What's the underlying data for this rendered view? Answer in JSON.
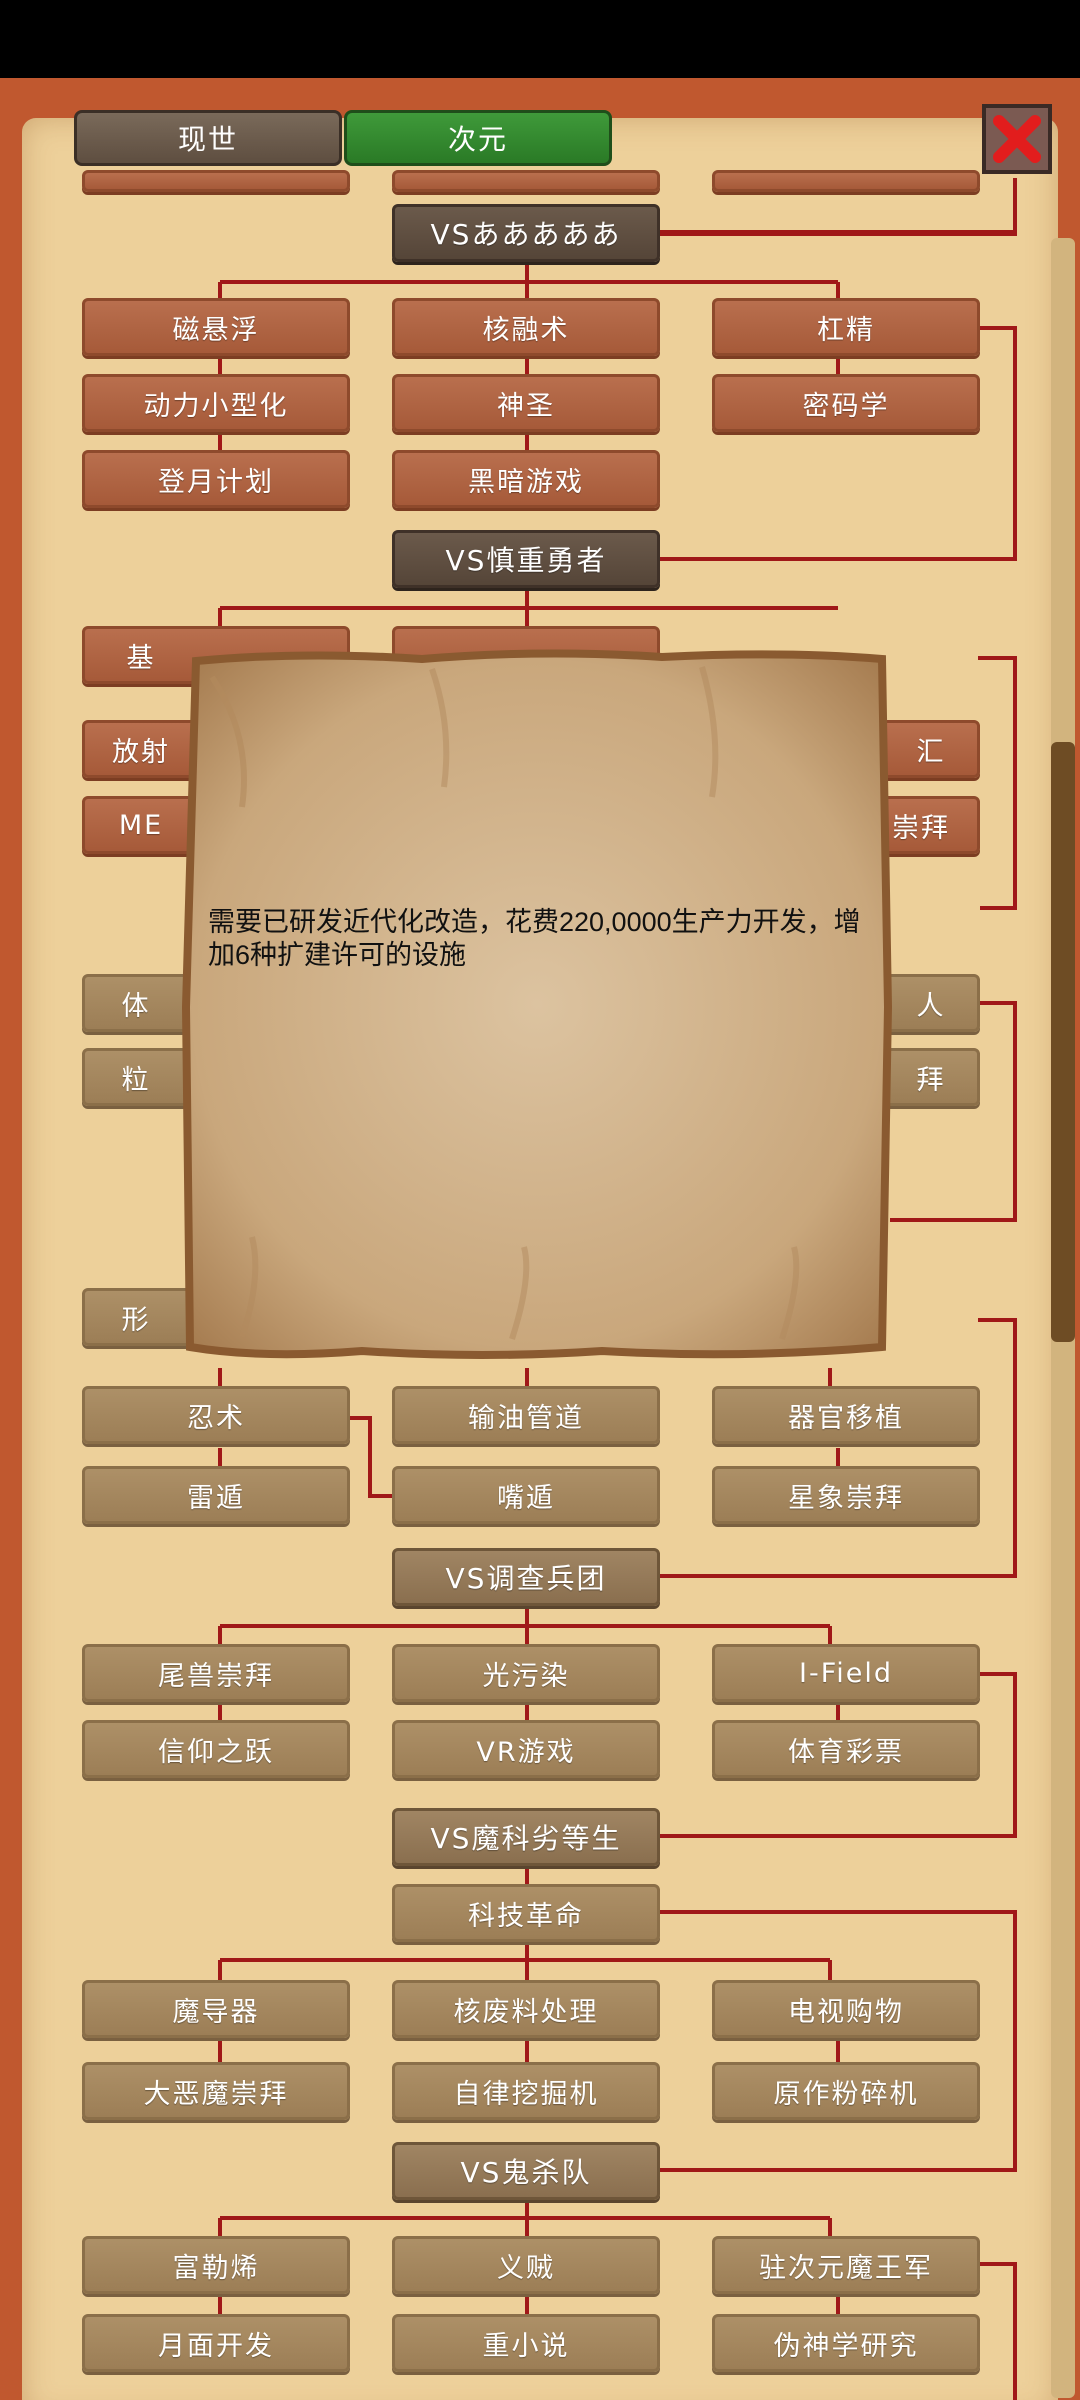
{
  "tabs": {
    "left_label": "现世",
    "right_label": "次元"
  },
  "popup": {
    "message": "需要已研发近代化改造，花费220,0000生产力开发，增加6种扩建许可的设施"
  },
  "nodes": {
    "vs1": "VSあああああ",
    "cixuanfu": "磁悬浮",
    "herongshu": "核融术",
    "gangjing": "杠精",
    "donglixiaoxinghua": "动力小型化",
    "shensheng": "神圣",
    "mimaxue": "密码学",
    "dengyuejihua": "登月计划",
    "heianyouxi": "黑暗游戏",
    "vs2": "VS慎重勇者",
    "partial_ji": "基",
    "partial_fang": "放射",
    "partial_me": "ME",
    "partial_tail1": "汇",
    "partial_tail2": "崇拜",
    "partial_ti": "体",
    "partial_li": "粒",
    "partial_tail3": "人",
    "partial_tail4": "拜",
    "partial_xing": "形",
    "rensu": "忍术",
    "shuyouguandao": "输油管道",
    "qiguanyizhi": "器官移植",
    "leidun": "雷遁",
    "zuidun": "嘴遁",
    "xingxiangchongbai": "星象崇拜",
    "vs3": "VS调查兵团",
    "weishouchongbai": "尾兽崇拜",
    "guangwuran": "光污染",
    "ifield": "I-Field",
    "xinyangzhiyue": "信仰之跃",
    "vryouxi": "VR游戏",
    "tiyucaipiao": "体育彩票",
    "vs4": "VS魔科劣等生",
    "kejigeming": "科技革命",
    "modaoqi": "魔导器",
    "hefeiliaochuli": "核废料处理",
    "dianshigouwu": "电视购物",
    "daemochongbai": "大恶魔崇拜",
    "zilvwajueji": "自律挖掘机",
    "yuanzuofensuiji": "原作粉碎机",
    "vs5": "VS鬼杀队",
    "fulexi": "富勒烯",
    "yizei": "义贼",
    "zhuciyuanmowangjun": "驻次元魔王军",
    "yuemiankaifa": "月面开发",
    "zhongxiaoshuo": "重小说",
    "weishenxueyanjiu": "伪神学研究"
  },
  "colors": {
    "frame": "#c0582f",
    "parchment": "#edd09a",
    "line": "#a01818",
    "researched": "#a65a39",
    "unresearched": "#9c7e56",
    "active_tab": "#2a7a26"
  },
  "icons": {
    "close": "close-x-icon"
  }
}
